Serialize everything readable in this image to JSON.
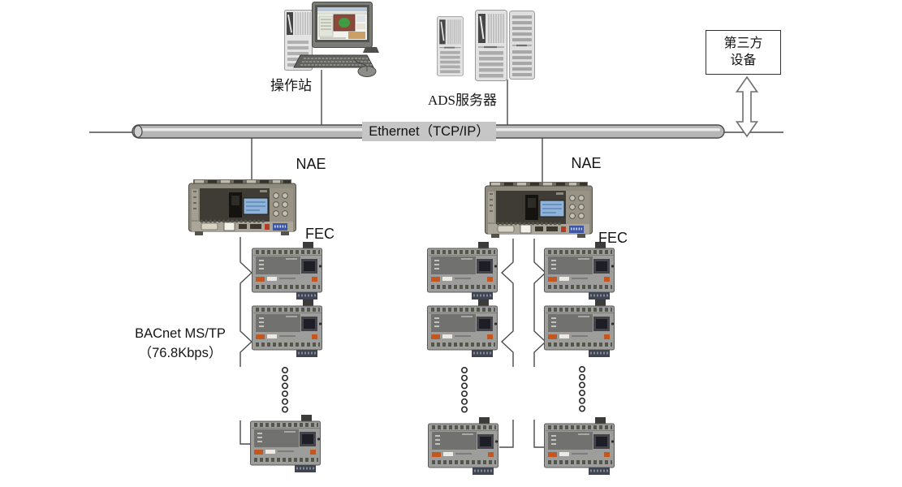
{
  "diagram": {
    "labels": {
      "operator_station": "操作站",
      "ads_server": "ADS服务器",
      "ethernet_bus": "Ethernet（TCP/IP）",
      "nae_left": "NAE",
      "nae_right": "NAE",
      "fec_left": "FEC",
      "fec_right": "FEC",
      "bacnet_line1": "BACnet MS/TP",
      "bacnet_line2": "（76.8Kbps）",
      "third_party_line1": "第三方",
      "third_party_line2": "设备"
    },
    "colors": {
      "background": "#ffffff",
      "line": "#4a4a4a",
      "pipe_fill": "#b6b6b6",
      "pipe_highlight": "#e9e9e9",
      "ethernet_label_background": "#c6c6c6",
      "nae_body": "#8e8a7d",
      "nae_lcd_blue": "#8fb3d9",
      "fec_body": "#9d9d9b",
      "fec_orange_connector": "#c2571f",
      "arrow_fill": "#ffffff",
      "arrow_stroke": "#6e6e6e"
    },
    "icons": {
      "workstation": "operator workstation (tower, CRT monitor, keyboard, mouse)",
      "server_towers": "ADS server towers x3",
      "nae_controller": "NAE network automation engine device",
      "fec_controller": "FEC field equipment controller device",
      "double_arrow": "vertical double-headed arrow to third-party device",
      "continuation_dots": "vertical ellipsis dots on MS/TP trunk"
    }
  }
}
